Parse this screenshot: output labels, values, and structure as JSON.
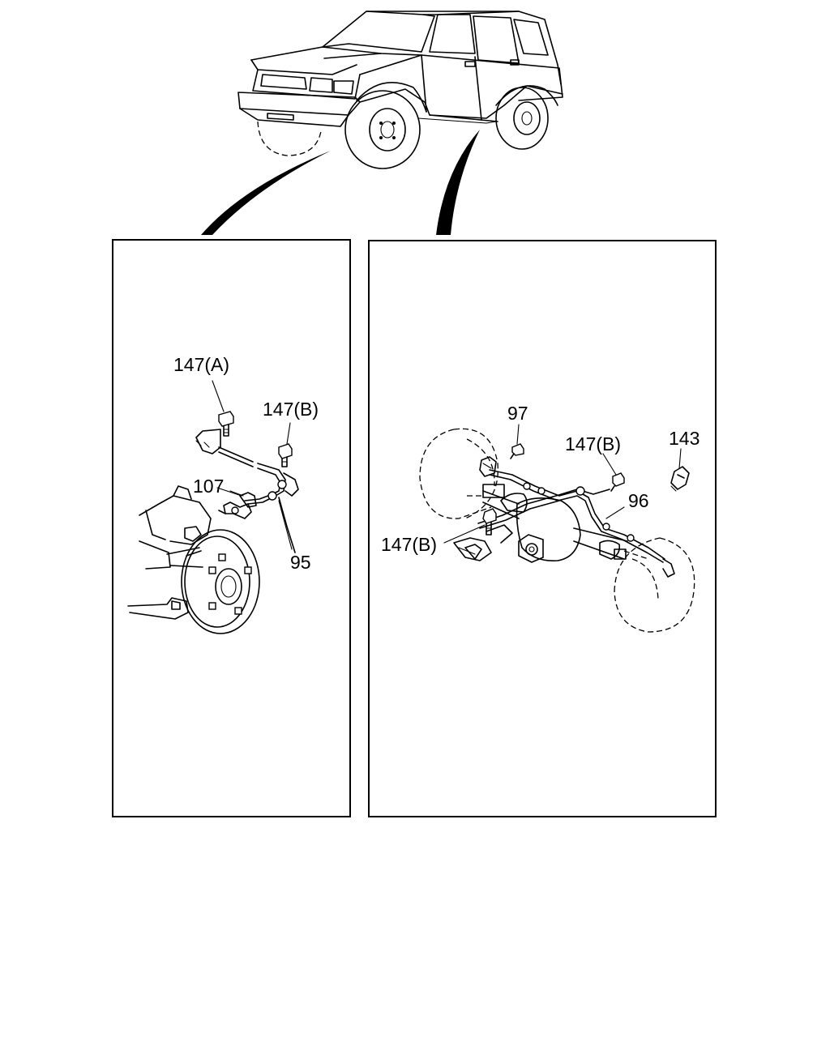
{
  "diagram": {
    "views": [
      {
        "name": "front-axle-view"
      },
      {
        "name": "rear-axle-view"
      }
    ],
    "callouts": {
      "front": {
        "bolt_a": "147(A)",
        "bolt_b": "147(B)",
        "sensor": "107",
        "harness": "95"
      },
      "rear": {
        "bolt_top": "147(B)",
        "bolt_bottom": "147(B)",
        "sensor": "97",
        "clip": "143",
        "harness": "96"
      }
    },
    "icons": {
      "vehicle": "suv-vehicle-icon",
      "bolt": "bolt-icon",
      "sensor": "wheel-speed-sensor-icon",
      "clip": "clip-icon"
    },
    "colors": {
      "line": "#000000",
      "background": "#ffffff"
    }
  }
}
